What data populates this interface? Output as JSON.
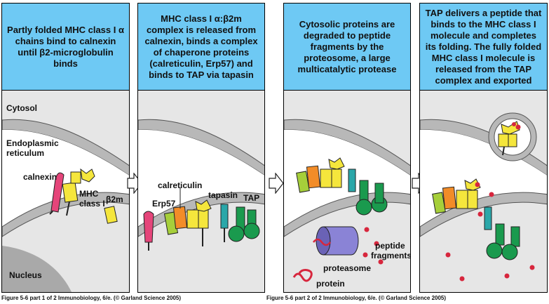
{
  "panels": [
    {
      "text": "Partly folded MHC class I α chains bind to calnexin until β2-microglobulin binds"
    },
    {
      "text": "MHC class I α:β2m complex is released from calnexin, binds a complex of chaperone proteins (calreticulin, Erp57) and binds to TAP via tapasin"
    },
    {
      "text": "Cytosolic proteins are degraded to peptide fragments by the proteosome, a large multicatalytic protease"
    },
    {
      "text": "TAP delivers a peptide that binds to the MHC class I molecule and completes its folding. The fully folded MHC class I molecule is released from the TAP complex and exported"
    }
  ],
  "labels": {
    "cytosol": "Cytosol",
    "er_line1": "Endoplasmic",
    "er_line2": "reticulum",
    "nucleus": "Nucleus",
    "calnexin": "calnexin",
    "mhc1": "MHC",
    "mhc2": "class I",
    "b2m": "β2m",
    "calreticulin": "calreticulin",
    "erp57": "Erp57",
    "tapasin": "tapasin",
    "tap": "TAP",
    "proteasome": "proteasome",
    "protein": "protein",
    "peptide1": "peptide",
    "peptide2": "fragments"
  },
  "captions": {
    "left": "Figure 5-6 part 1 of 2  Immunobiology, 6/e. (© Garland Science 2005)",
    "right": "Figure 5-6 part 2 of 2  Immunobiology, 6/e. (© Garland Science 2005)"
  },
  "colors": {
    "header": "#6ec9f4",
    "membrane": "#b8b8b8",
    "cytosol": "#e6e6e6",
    "calnexin": "#e5457a",
    "mhc": "#f5e63c",
    "calreticulin": "#f28c28",
    "erp57": "#a6cf3a",
    "tapasin": "#2aa7a9",
    "tap": "#1a9a4e",
    "proteasome": "#8a83d6",
    "peptide": "#d7263d"
  }
}
